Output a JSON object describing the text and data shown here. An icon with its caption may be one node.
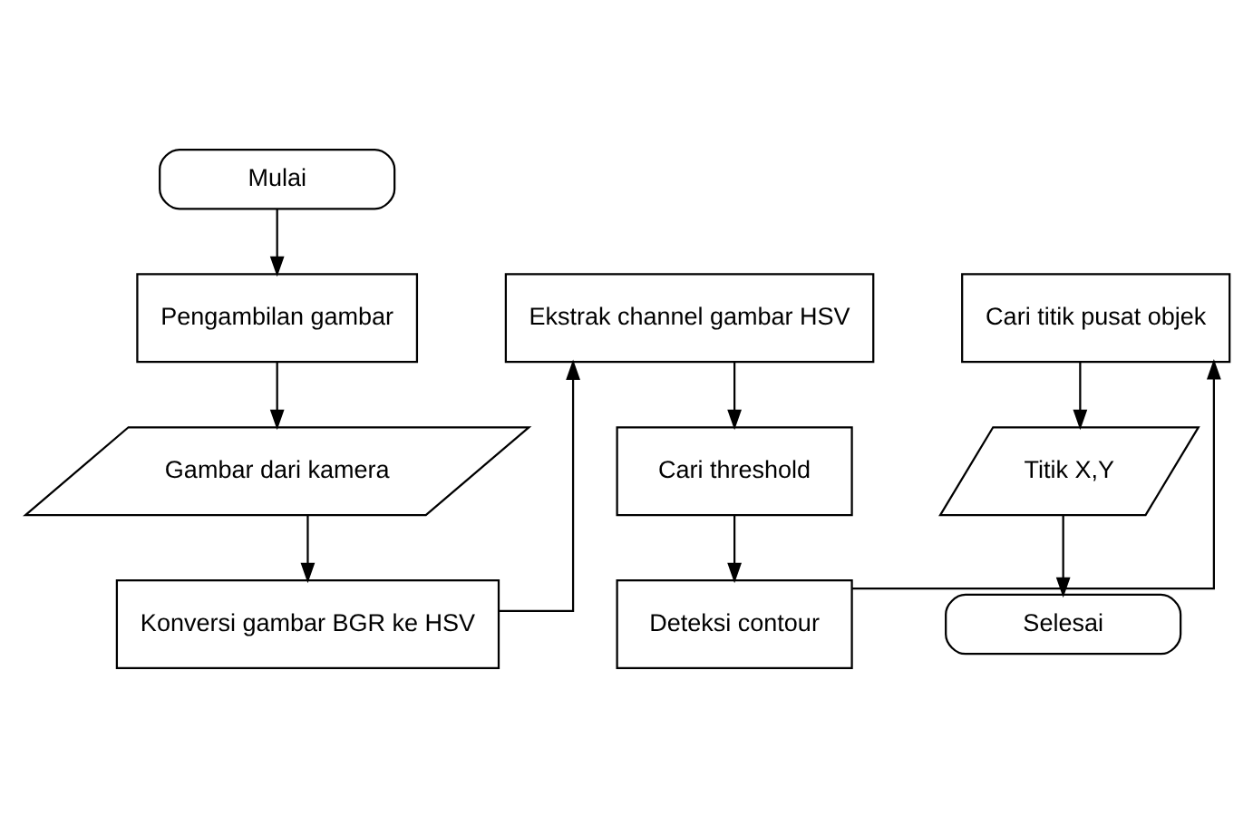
{
  "diagram": {
    "nodes": [
      {
        "text": [
          "Mulai"
        ]
      },
      {
        "text": [
          "Pengambilan gambar"
        ]
      },
      {
        "text": [
          "Gambar dari kamera"
        ]
      },
      {
        "text": [
          "Konversi gambar BGR ke HSV"
        ]
      },
      {
        "text": [
          "Ekstrak channel gambar HSV"
        ]
      },
      {
        "text": [
          "Cari threshold"
        ]
      },
      {
        "text": [
          "Deteksi contour"
        ]
      },
      {
        "text": [
          "Cari titik pusat objek"
        ]
      },
      {
        "text": [
          "Titik X,Y"
        ]
      },
      {
        "text": [
          "Selesai"
        ]
      }
    ],
    "edges": [
      {
        "from": 0,
        "to": 1,
        "arrow": "to"
      },
      {
        "from": 1,
        "to": 2,
        "arrow": "to"
      },
      {
        "from": 2,
        "to": 3,
        "arrow": "to"
      },
      {
        "from": 3,
        "to": 4,
        "arrow": "to"
      },
      {
        "from": 4,
        "to": 5,
        "arrow": "to"
      },
      {
        "from": 5,
        "to": 6,
        "arrow": "to"
      },
      {
        "from": 6,
        "to": 7,
        "arrow": "to"
      },
      {
        "from": 7,
        "to": 8,
        "arrow": "to"
      },
      {
        "from": 8,
        "to": 9,
        "arrow": "to"
      }
    ]
  }
}
